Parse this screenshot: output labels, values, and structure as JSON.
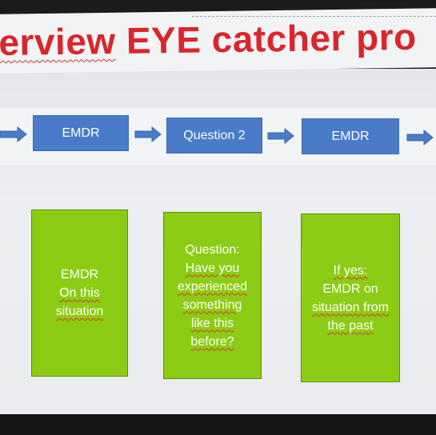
{
  "title": {
    "part1": "erview",
    "part2": " EYE catcher pro"
  },
  "flow": {
    "boxes": [
      "EMDR",
      "Question 2",
      "EMDR"
    ]
  },
  "cards": [
    {
      "lines": [
        "EMDR",
        "On this",
        "situation"
      ]
    },
    {
      "lines": [
        "Question:",
        "Have you",
        "experienced",
        "something",
        "like this",
        "before?"
      ]
    },
    {
      "lines": [
        "If yes:",
        "EMDR on",
        "situation from",
        "the past"
      ]
    }
  ],
  "colors": {
    "title": "#d9262b",
    "blue_box": "#4a7bc8",
    "green_box": "#8ccc14",
    "arrow": "#4a7bc8"
  }
}
